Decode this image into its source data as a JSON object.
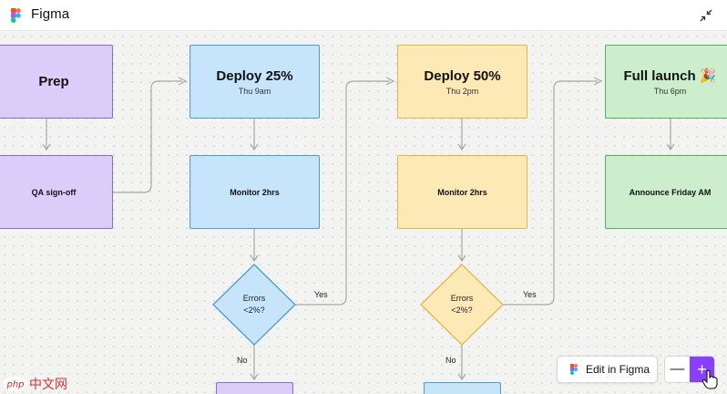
{
  "window": {
    "title": "Figma"
  },
  "nodes": {
    "prep": {
      "title": "Prep"
    },
    "qa": {
      "title": "QA sign-off"
    },
    "deploy25": {
      "title": "Deploy 25%",
      "sub": "Thu 9am"
    },
    "monitor1": {
      "title": "Monitor 2hrs"
    },
    "deploy50": {
      "title": "Deploy 50%",
      "sub": "Thu 2pm"
    },
    "monitor2": {
      "title": "Monitor 2hrs"
    },
    "launch": {
      "title": "Full launch 🎉",
      "sub": "Thu 6pm"
    },
    "announce": {
      "title": "Announce Friday AM"
    }
  },
  "decisions": {
    "d1": {
      "line1": "Errors",
      "line2": "<2%?"
    },
    "d2": {
      "line1": "Errors",
      "line2": "<2%?"
    }
  },
  "edges": {
    "yes": "Yes",
    "no": "No"
  },
  "controls": {
    "edit_label": "Edit in Figma",
    "zoom_out": "—",
    "zoom_in": "+"
  },
  "watermark": {
    "text": "中文网",
    "latin": "php"
  },
  "colors": {
    "accent": "#8a3ffc",
    "purple": "#dcccfa",
    "blue": "#c6e5fb",
    "yellow": "#fde9b6",
    "green": "#cdeecd"
  }
}
